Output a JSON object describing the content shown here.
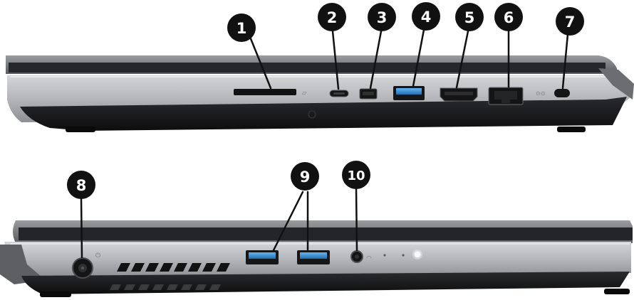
{
  "callouts": [
    {
      "number": "1",
      "port": "card-reader"
    },
    {
      "number": "2",
      "port": "usb-type-c"
    },
    {
      "number": "3",
      "port": "mini-displayport"
    },
    {
      "number": "4",
      "port": "usb-type-a-blue"
    },
    {
      "number": "5",
      "port": "hdmi"
    },
    {
      "number": "6",
      "port": "ethernet-rj45"
    },
    {
      "number": "7",
      "port": "security-lock-slot"
    },
    {
      "number": "8",
      "port": "dc-power-jack"
    },
    {
      "number": "9",
      "port": "usb-type-a-pair"
    },
    {
      "number": "10",
      "port": "audio-jack"
    }
  ],
  "colors": {
    "badge": "#111111",
    "badge_text": "#ffffff",
    "chassis_silver": "#a9abae",
    "chassis_light": "#c9cbcd",
    "chassis_dark": "#1c1d1f",
    "port_black": "#151515",
    "usb_blue": "#2f8fd8",
    "led_white": "#f2f6ff"
  }
}
